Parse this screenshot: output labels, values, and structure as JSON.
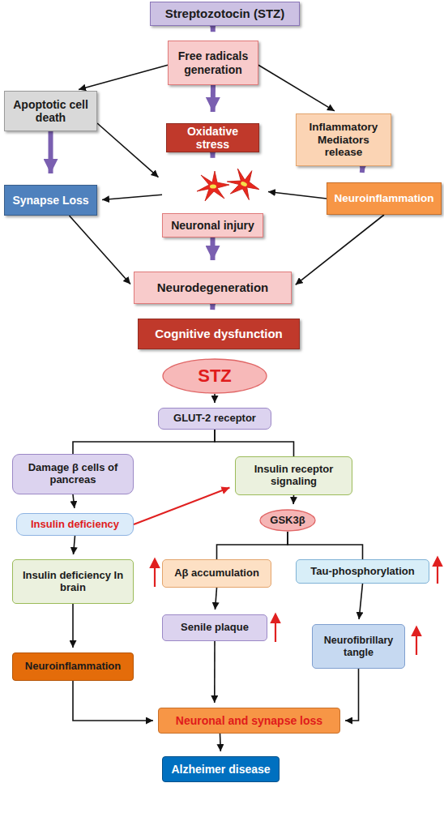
{
  "diagram": {
    "nodes": [
      {
        "text": [
          "Streptozotocin (STZ)"
        ]
      },
      {
        "text": [
          "Free radicals generation"
        ]
      },
      {
        "text": [
          "Apoptotic cell death"
        ]
      },
      {
        "text": [
          "Oxidative stress"
        ]
      },
      {
        "text": [
          "Inflammatory Mediators release"
        ]
      },
      {
        "text": [
          "Synapse Loss"
        ]
      },
      {
        "text": [
          "Neuronal injury"
        ]
      },
      {
        "text": [
          "Neuroinflammation"
        ]
      },
      {
        "text": [
          "Neurodegeneration"
        ]
      },
      {
        "text": [
          "Cognitive dysfunction"
        ]
      },
      {
        "text": [
          "STZ"
        ]
      },
      {
        "text": [
          "GLUT-2 receptor"
        ]
      },
      {
        "text": [
          "Damage β cells of pancreas"
        ]
      },
      {
        "text": [
          "Insulin receptor signaling"
        ]
      },
      {
        "text": [
          "GSK3β"
        ]
      },
      {
        "text": [
          "Insulin deficiency"
        ]
      },
      {
        "text": [
          "Aβ accumulation"
        ]
      },
      {
        "text": [
          "Tau-phosphorylation"
        ]
      },
      {
        "text": [
          "Insulin deficiency In brain"
        ]
      },
      {
        "text": [
          "Senile plaque"
        ]
      },
      {
        "text": [
          "Neurofibrillary tangle"
        ]
      },
      {
        "text": [
          "Neuroinflammation"
        ]
      },
      {
        "text": [
          "Neuronal and synapse loss"
        ]
      },
      {
        "text": [
          "Alzheimer disease"
        ]
      }
    ],
    "edges": [
      {
        "from": 0,
        "to": 1,
        "arrow": "to"
      },
      {
        "from": 1,
        "to": 2,
        "arrow": "to"
      },
      {
        "from": 1,
        "to": 3,
        "arrow": "to"
      },
      {
        "from": 1,
        "to": 4,
        "arrow": "to"
      },
      {
        "from": 2,
        "to": 5,
        "arrow": "to"
      },
      {
        "from": 2,
        "to": 6,
        "arrow": "to"
      },
      {
        "from": 3,
        "to": 6,
        "arrow": "to"
      },
      {
        "from": 4,
        "to": 7,
        "arrow": "to"
      },
      {
        "from": 7,
        "to": 6,
        "arrow": "to"
      },
      {
        "from": 6,
        "to": 5,
        "arrow": "to"
      },
      {
        "from": 5,
        "to": 8,
        "arrow": "to"
      },
      {
        "from": 6,
        "to": 8,
        "arrow": "to"
      },
      {
        "from": 7,
        "to": 8,
        "arrow": "to"
      },
      {
        "from": 8,
        "to": 9,
        "arrow": "to"
      },
      {
        "from": 10,
        "to": 11,
        "arrow": "to"
      },
      {
        "from": 11,
        "to": 12,
        "arrow": "none"
      },
      {
        "from": 11,
        "to": 13,
        "arrow": "none"
      },
      {
        "from": 12,
        "to": 15,
        "arrow": "to"
      },
      {
        "from": 15,
        "to": 13,
        "arrow": "to"
      },
      {
        "from": 13,
        "to": 14,
        "arrow": "to"
      },
      {
        "from": 14,
        "to": 16,
        "arrow": "none"
      },
      {
        "from": 14,
        "to": 17,
        "arrow": "none"
      },
      {
        "from": 15,
        "to": 18,
        "arrow": "to"
      },
      {
        "from": 16,
        "to": 19,
        "arrow": "to"
      },
      {
        "from": 17,
        "to": 20,
        "arrow": "to"
      },
      {
        "from": 18,
        "to": 21,
        "arrow": "to"
      },
      {
        "from": 21,
        "to": 22,
        "arrow": "to"
      },
      {
        "from": 19,
        "to": 22,
        "arrow": "to"
      },
      {
        "from": 20,
        "to": 22,
        "arrow": "to"
      },
      {
        "from": 22,
        "to": 23,
        "arrow": "to"
      }
    ]
  }
}
